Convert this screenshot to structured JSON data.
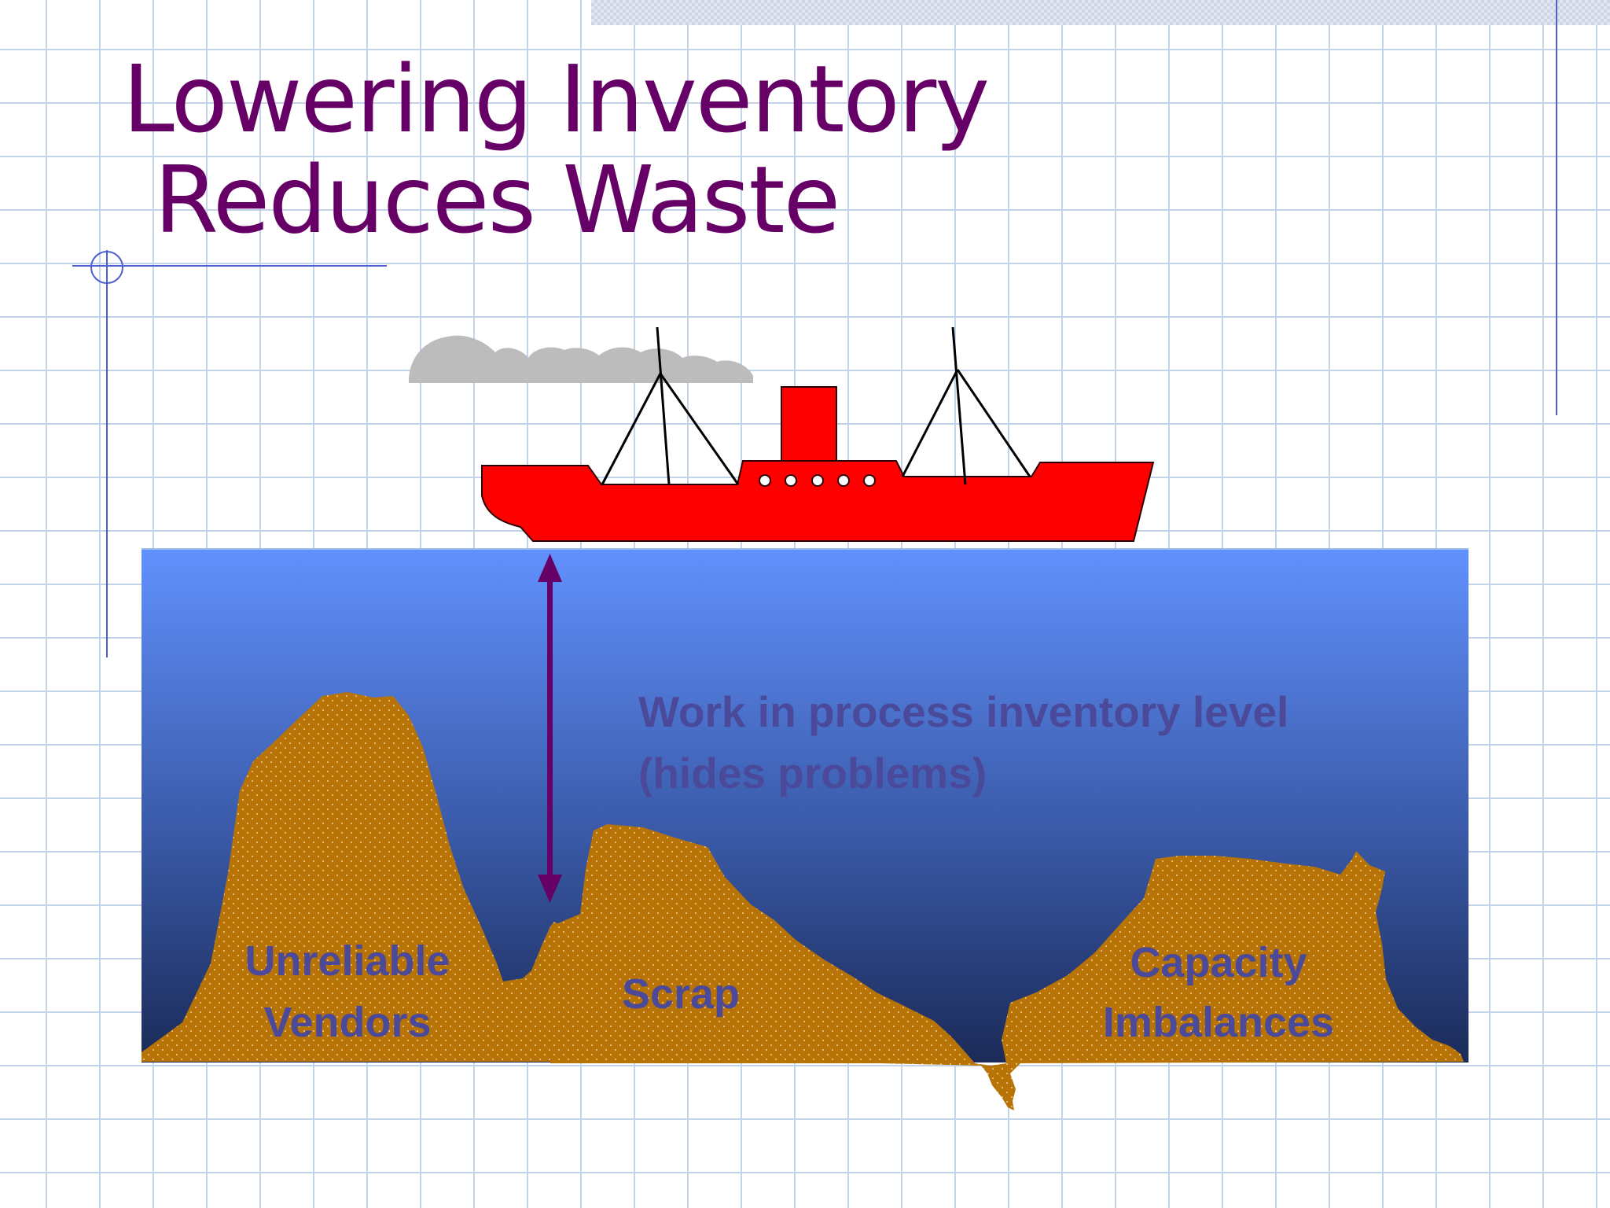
{
  "slide": {
    "title_line_1": "Lowering Inventory",
    "title_line_2": "Reduces Waste"
  },
  "diagram": {
    "level_label_line_1": "Work in process inventory level",
    "level_label_line_2": "(hides problems)",
    "rocks": [
      {
        "line_1": "Unreliable",
        "line_2": "Vendors"
      },
      {
        "line_1": "Scrap"
      },
      {
        "line_1": "Capacity",
        "line_2": "Imbalances"
      }
    ],
    "icons": [
      "ship-icon",
      "smoke-cloud-icon",
      "double-headed-arrow-icon"
    ],
    "colors": {
      "title": "#660066",
      "ship": "#ff0000",
      "rock": "#b87306",
      "water_top": "#6191fd",
      "water_bottom": "#1b2a58",
      "arrow": "#660066",
      "label": "#4b4a9a"
    }
  }
}
